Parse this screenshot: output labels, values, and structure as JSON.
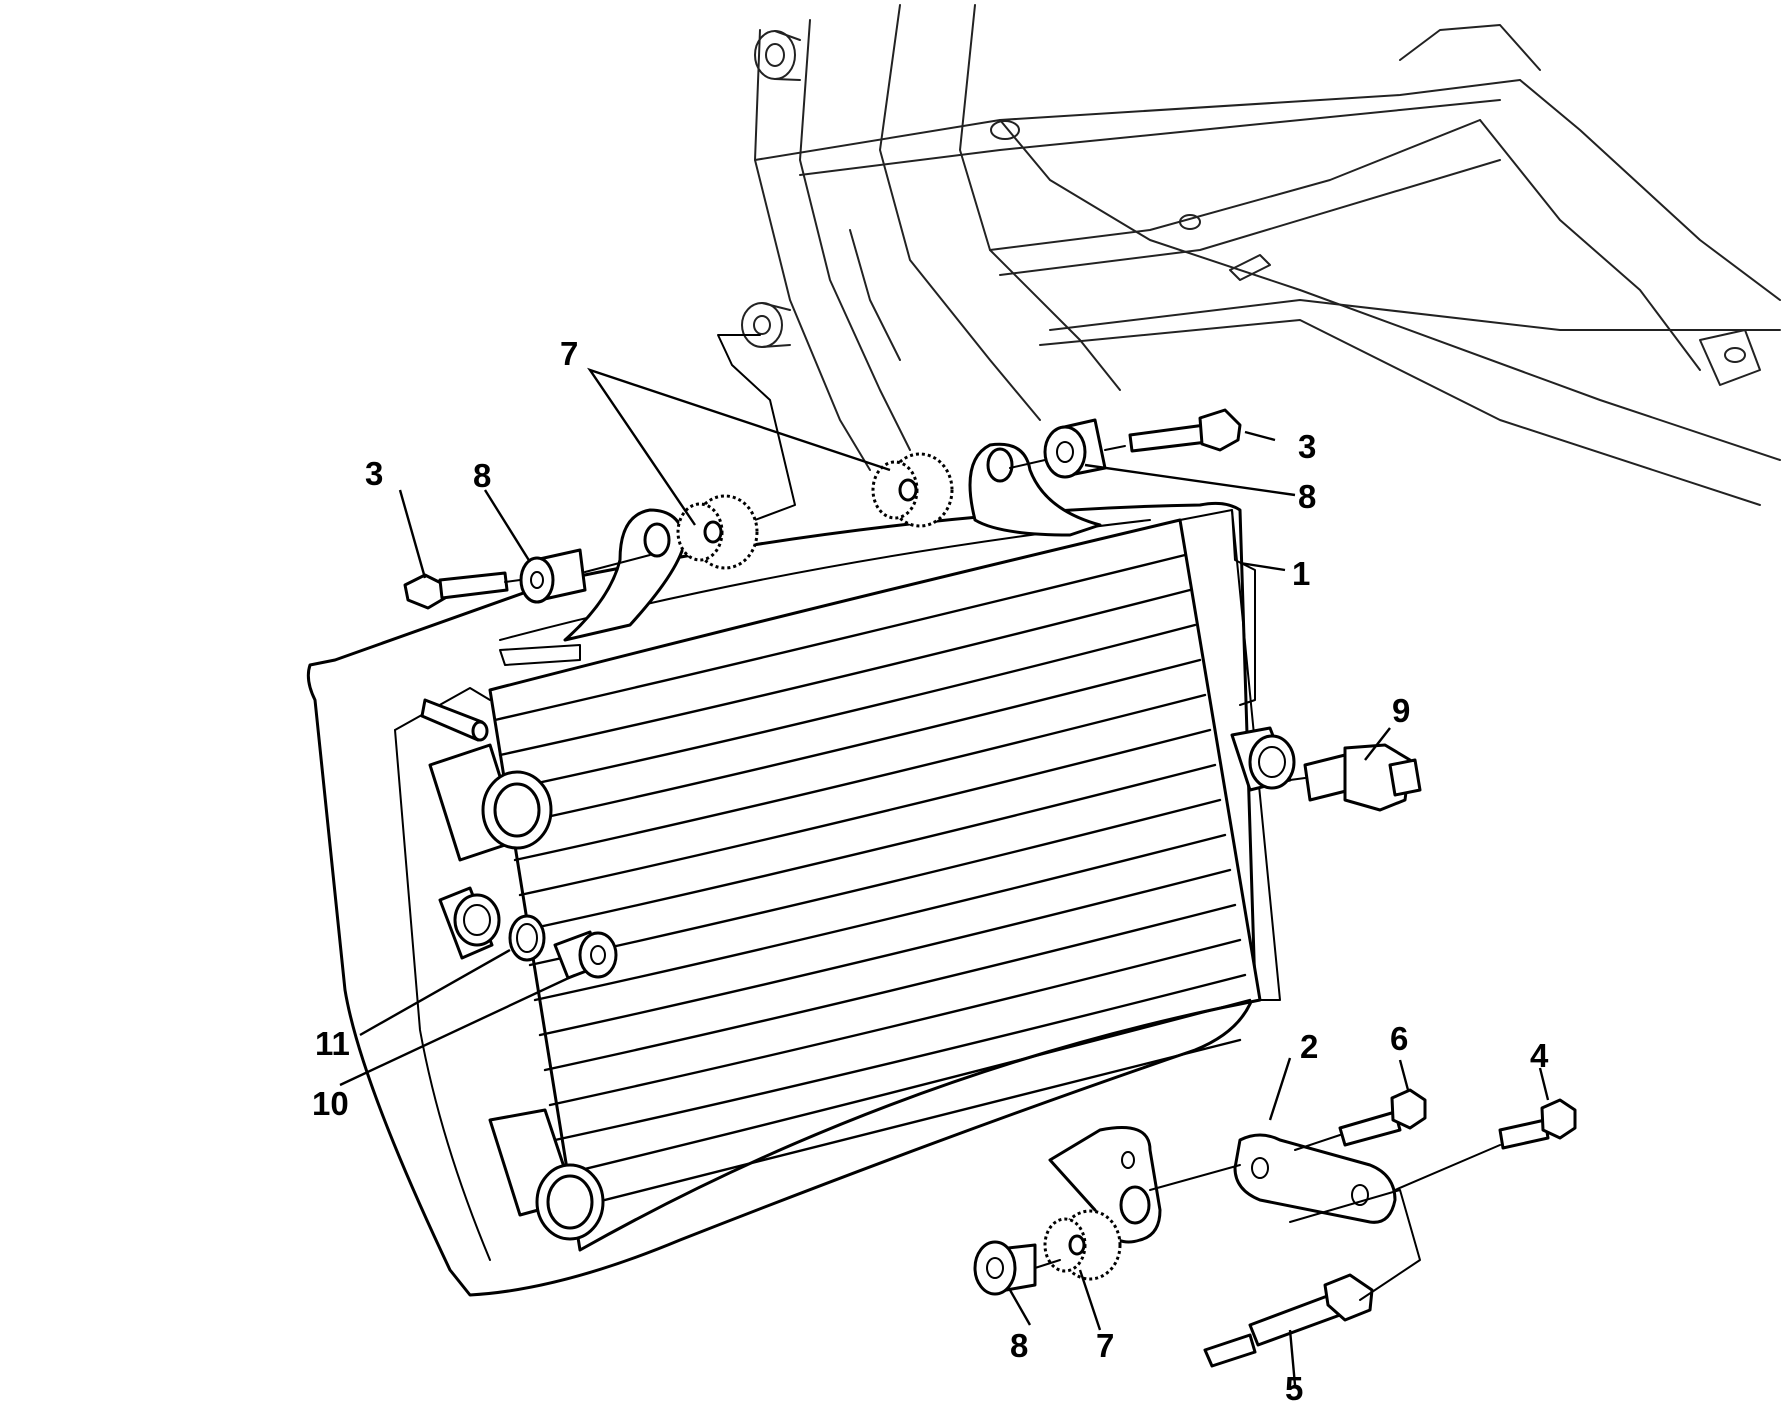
{
  "diagram": {
    "callouts": [
      {
        "id": "c1",
        "text": "1"
      },
      {
        "id": "c2",
        "text": "2"
      },
      {
        "id": "c3a",
        "text": "3"
      },
      {
        "id": "c3b",
        "text": "3"
      },
      {
        "id": "c4",
        "text": "4"
      },
      {
        "id": "c5",
        "text": "5"
      },
      {
        "id": "c6",
        "text": "6"
      },
      {
        "id": "c7a",
        "text": "7"
      },
      {
        "id": "c7b",
        "text": "7"
      },
      {
        "id": "c8a",
        "text": "8"
      },
      {
        "id": "c8b",
        "text": "8"
      },
      {
        "id": "c8c",
        "text": "8"
      },
      {
        "id": "c9",
        "text": "9"
      },
      {
        "id": "c10",
        "text": "10"
      },
      {
        "id": "c11",
        "text": "11"
      }
    ]
  }
}
